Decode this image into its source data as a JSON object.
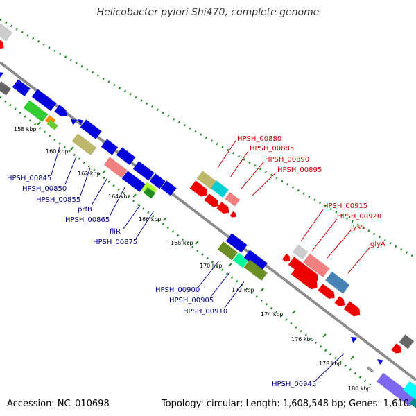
{
  "title": "Helicobacter pylori Shi470, complete genome",
  "footer": {
    "accession": "Accession: NC_010698",
    "summary": "Topology: circular; Length: 1,608,548 bp; Genes: 1,610"
  },
  "colors": {
    "forward_label": "#cc0000",
    "reverse_label": "#00008b",
    "backbone": "#8c8c8c",
    "ticks": "#228b22"
  },
  "ticks": [
    "158 kbp",
    "160 kbp",
    "162 kbp",
    "164 kbp",
    "166 kbp",
    "168 kbp",
    "170 kbp",
    "172 kbp",
    "174 kbp",
    "176 kbp",
    "178 kbp",
    "180 kbp"
  ],
  "forward_genes": [
    "HPSH_00880",
    "HPSH_00885",
    "HPSH_00890",
    "HPSH_00895",
    "HPSH_00915",
    "HPSH_00920",
    "lysS",
    "glyA"
  ],
  "reverse_genes": [
    "HPSH_00845",
    "HPSH_00850",
    "HPSH_00855",
    "prfB",
    "HPSH_00865",
    "fliR",
    "HPSH_00875",
    "HPSH_00900",
    "HPSH_00905",
    "HPSH_00910",
    "HPSH_00945"
  ]
}
